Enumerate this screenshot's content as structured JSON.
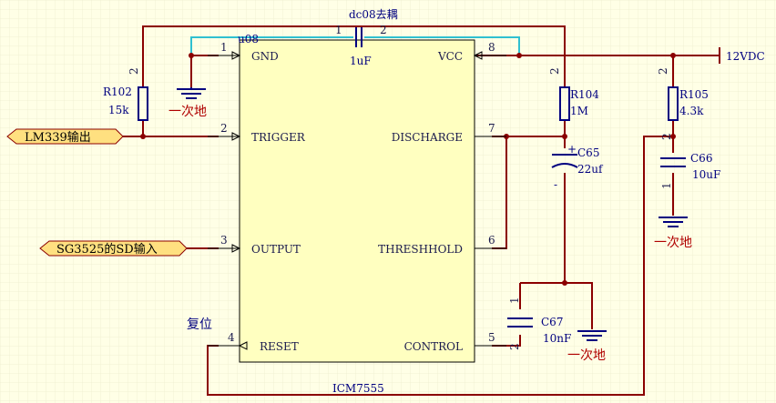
{
  "components": {
    "ic": {
      "ref": "u08",
      "value": "ICM7555",
      "pins": {
        "gnd": {
          "name": "GND",
          "num": "1"
        },
        "trigger": {
          "name": "TRIGGER",
          "num": "2"
        },
        "output": {
          "name": "OUTPUT",
          "num": "3"
        },
        "reset": {
          "name": "RESET",
          "num": "4"
        },
        "control": {
          "name": "CONTROL",
          "num": "5"
        },
        "threshold": {
          "name": "THRESHHOLD",
          "num": "6"
        },
        "discharge": {
          "name": "DISCHARGE",
          "num": "7"
        },
        "vcc": {
          "name": "VCC",
          "num": "8"
        }
      }
    },
    "decap": {
      "ref": "dc08去耦",
      "value": "1uF",
      "pin1": "1",
      "pin2": "2"
    },
    "r102": {
      "ref": "R102",
      "value": "15k",
      "pin": "2"
    },
    "r104": {
      "ref": "R104",
      "value": "1M",
      "pin": "2"
    },
    "r105": {
      "ref": "R105",
      "value": "4.3k",
      "pin": "2"
    },
    "c65": {
      "ref": "C65",
      "value": "22uf",
      "plus": "+",
      "minus": "-"
    },
    "c66": {
      "ref": "C66",
      "value": "10uF",
      "pin2": "2",
      "pin1": "1"
    },
    "c67": {
      "ref": "C67",
      "value": "10nF",
      "pin1": "1",
      "pin2": "2"
    }
  },
  "grounds": {
    "gnd1": "一次地",
    "gnd2": "一次地",
    "gnd3": "一次地"
  },
  "ports": {
    "lm339": "LM339输出",
    "sg3525": "SG3525的SD输入",
    "power": "12VDC"
  },
  "notes": {
    "reset": "复位"
  },
  "colors": {
    "background": "#ffffe6",
    "wire": "#8b0000",
    "highlight_wire": "#30c0d0",
    "component": "#000080",
    "ic_body": "#ffffc0",
    "ground_label": "#b00000",
    "port_fill": "#ffe080"
  }
}
